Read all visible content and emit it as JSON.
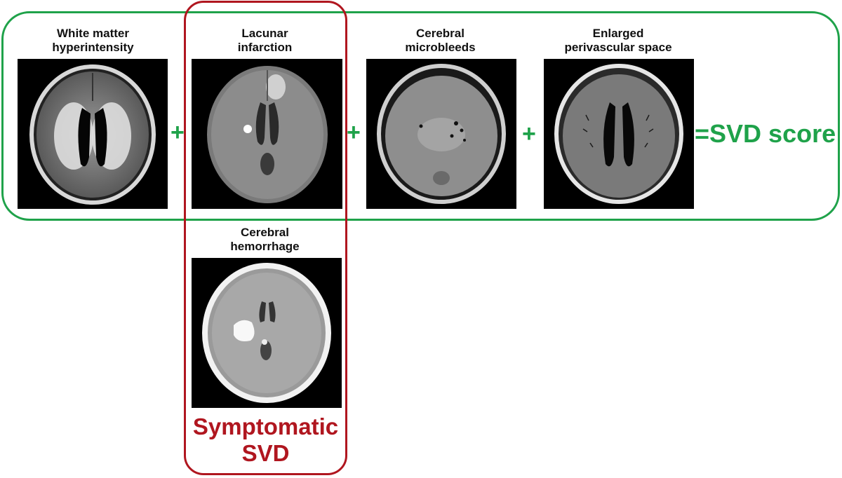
{
  "panels": [
    {
      "id": "wmh",
      "label": "White matter\nhyperintensity"
    },
    {
      "id": "lacunar",
      "label": "Lacunar\ninfarction"
    },
    {
      "id": "cmb",
      "label": "Cerebral\nmicrobleeds"
    },
    {
      "id": "epvs",
      "label": "Enlarged\nperivascular space"
    },
    {
      "id": "hemorrhage",
      "label": "Cerebral\nhemorrhage"
    }
  ],
  "operators": [
    "+",
    "+",
    "+"
  ],
  "result": "=SVD score",
  "symptomatic": "Symptomatic\nSVD",
  "colors": {
    "green": "#1fa24a",
    "red": "#b0161f"
  }
}
